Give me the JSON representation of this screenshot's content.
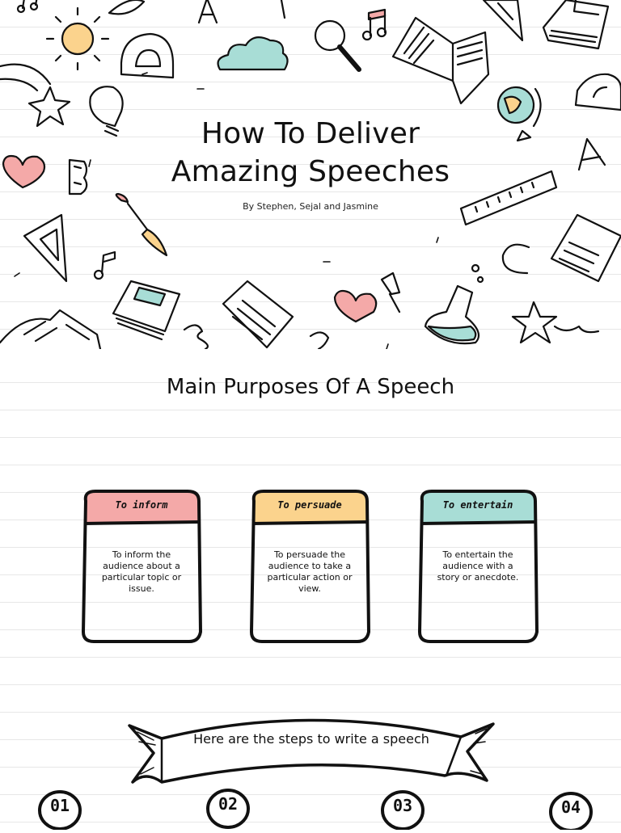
{
  "slide1": {
    "title_line1": "How To Deliver",
    "title_line2": "Amazing Speeches",
    "byline": "By Stephen, Sejal and Jasmine",
    "doodles": [
      "sun-icon",
      "protractor-icon",
      "cloud-icon",
      "magnifier-icon",
      "music-note-icon",
      "open-book-icon",
      "triangle-ruler-icon",
      "closed-book-icon",
      "shooting-star-icon",
      "lightbulb-icon",
      "globe-icon",
      "heart-icon",
      "letter-b-icon",
      "letter-a-icon",
      "letter-c-icon",
      "paintbrush-icon",
      "ruler-icon",
      "document-icon",
      "push-pin-icon",
      "flask-icon",
      "star-icon"
    ]
  },
  "slide2": {
    "title": "Main Purposes Of A Speech",
    "cards": [
      {
        "heading": "To inform",
        "text": "To inform the audience about a particular topic or issue.",
        "color": "#f4a9a8"
      },
      {
        "heading": "To persuade",
        "text": "To persuade the audience to take a particular action or view.",
        "color": "#fbd38d"
      },
      {
        "heading": "To entertain",
        "text": "To entertain the audience with a story or anecdote.",
        "color": "#a8ddd6"
      }
    ],
    "banner_text": "Here are the steps to write a speech",
    "steps": [
      "01",
      "02",
      "03",
      "04"
    ]
  },
  "colors": {
    "pink": "#f4a9a8",
    "yellow": "#fbd38d",
    "teal": "#a8ddd6",
    "ink": "#111111",
    "sun": "#fbd38d"
  }
}
